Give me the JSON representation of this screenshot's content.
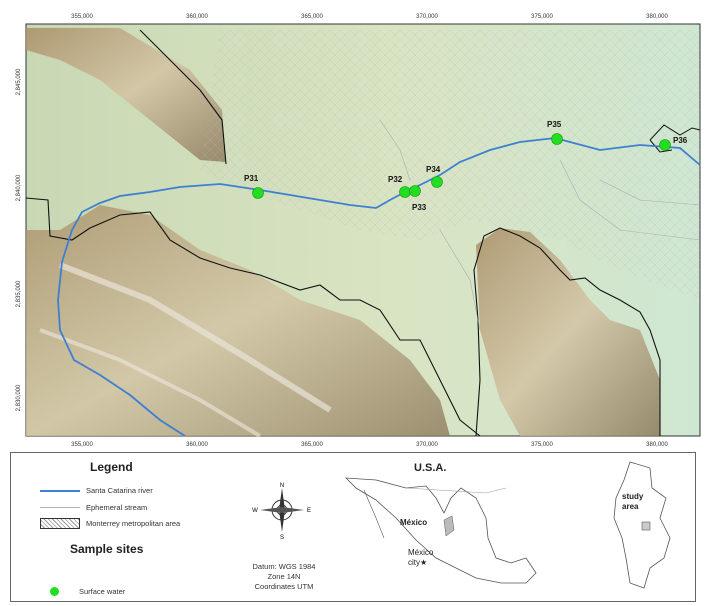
{
  "map": {
    "x_ticks": [
      "355,000",
      "360,000",
      "365,000",
      "370,000",
      "375,000",
      "380,000"
    ],
    "y_ticks": [
      "2,845,000",
      "2,840,000",
      "2,835,000",
      "2,830,000"
    ],
    "sites": [
      "P31",
      "P32",
      "P33",
      "P34",
      "P35",
      "P36"
    ]
  },
  "legend": {
    "title": "Legend",
    "river": "Santa Catarina river",
    "stream": "Ephemeral stream",
    "metro": "Monterrey metropolitan area",
    "sample_title": "Sample sites",
    "surface": "Surface water",
    "compass": {
      "n": "N",
      "s": "S",
      "e": "E",
      "w": "W"
    },
    "datum": [
      "Datum: WGS 1984",
      "Zone 14N",
      "Coordinates UTM"
    ]
  },
  "inset": {
    "usa": "U.S.A.",
    "mexico": "México",
    "mexico_city": "México",
    "city": "city",
    "study": "study",
    "area": "area"
  },
  "colors": {
    "river": "#3d7fd1",
    "sites": "#22dd22",
    "boundary": "#111111"
  }
}
